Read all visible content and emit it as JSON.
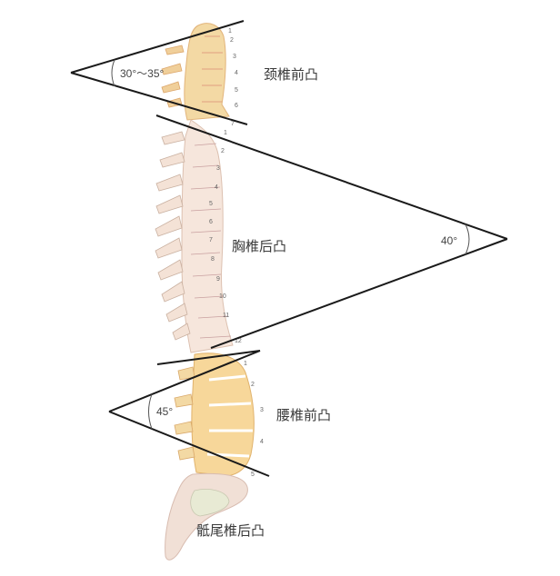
{
  "diagram": {
    "subject": "spinal curvature",
    "regions": [
      {
        "id": "cervical",
        "label": "颈椎前凸",
        "angle": "30°～35°",
        "vertebrae": [
          "1",
          "2",
          "3",
          "4",
          "5",
          "6",
          "7"
        ]
      },
      {
        "id": "thoracic",
        "label": "胸椎后凸",
        "angle": "40°",
        "vertebrae": [
          "1",
          "2",
          "3",
          "4",
          "5",
          "6",
          "7",
          "8",
          "9",
          "10",
          "11",
          "12"
        ]
      },
      {
        "id": "lumbar",
        "label": "腰椎前凸",
        "angle": "45°",
        "vertebrae": [
          "1",
          "2",
          "3",
          "4",
          "5"
        ]
      },
      {
        "id": "sacral",
        "label": "骶尾椎后凸"
      }
    ],
    "colors": {
      "lines": "#1a1a1a",
      "cervical_bone": "#f3d9a4",
      "thoracic_bone": "#f6e6dc",
      "lumbar_bone": "#f7d79a",
      "sacral_bone": "#f1e0d6",
      "text": "#3a3a3a"
    }
  }
}
